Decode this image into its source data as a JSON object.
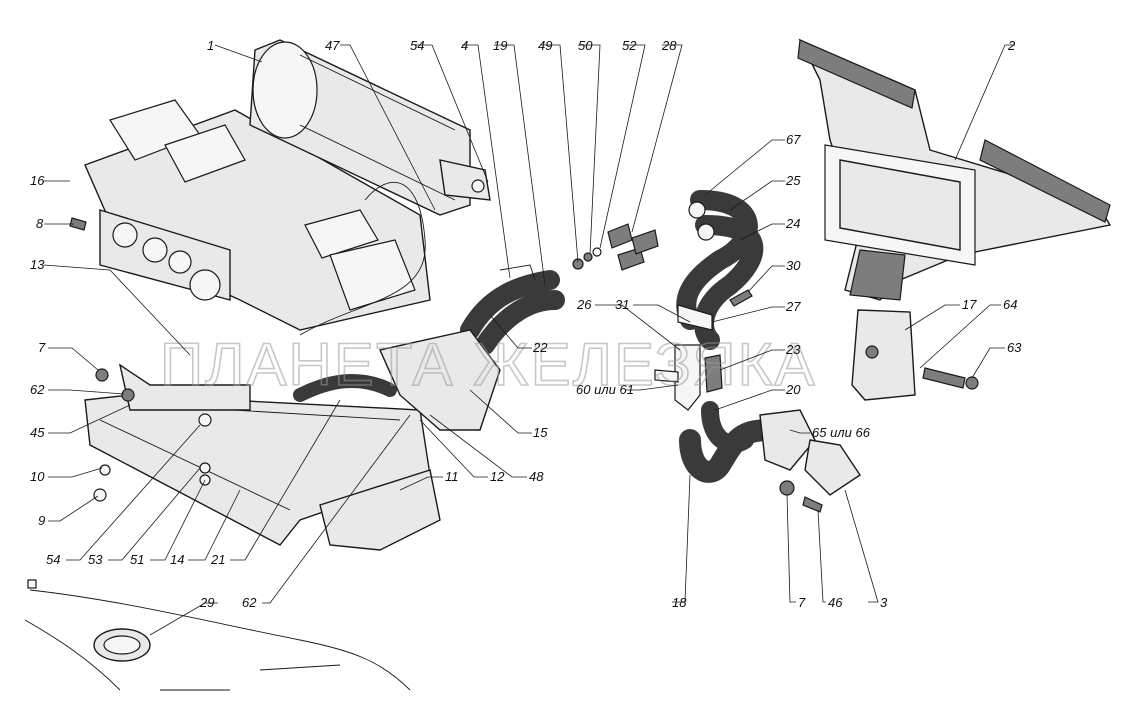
{
  "watermark": "ПЛАНЕТА ЖЕЛЕЗЯКА",
  "callouts": {
    "c1": "1",
    "c47": "47",
    "c54a": "54",
    "c4": "4",
    "c19": "19",
    "c49": "49",
    "c50": "50",
    "c52": "52",
    "c28": "28",
    "c2": "2",
    "c67": "67",
    "c25": "25",
    "c24": "24",
    "c30": "30",
    "c16": "16",
    "c8": "8",
    "c13": "13",
    "c26": "26",
    "c31": "31",
    "c27": "27",
    "c17": "17",
    "c64": "64",
    "c63": "63",
    "c7a": "7",
    "c62a": "62",
    "c22": "22",
    "c23": "23",
    "c60": "60 или 61",
    "c20": "20",
    "c45": "45",
    "c15": "15",
    "c65": "65 или 66",
    "c10": "10",
    "c11": "11",
    "c12": "12",
    "c48": "48",
    "c9": "9",
    "c54b": "54",
    "c53": "53",
    "c51": "51",
    "c14": "14",
    "c21": "21",
    "c18": "18",
    "c7b": "7",
    "c46": "46",
    "c3": "3",
    "c29": "29",
    "c62b": "62"
  }
}
